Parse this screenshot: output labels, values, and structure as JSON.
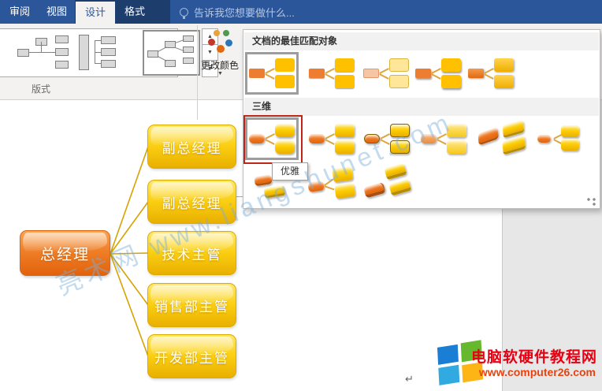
{
  "ribbon": {
    "tabs": [
      {
        "label": "审阅",
        "active": false
      },
      {
        "label": "视图",
        "active": false
      },
      {
        "label": "设计",
        "active": true
      },
      {
        "label": "格式",
        "active": false
      }
    ],
    "tell_me": "告诉我您想要做什么...",
    "layout_group_label": "版式",
    "change_colors_label": "更改颜色",
    "icons": {
      "up_arrow": "▲",
      "down_arrow": "▼",
      "more_arrow": "▼",
      "caret": "▼"
    }
  },
  "style_gallery": {
    "best_match_title": "文档的最佳匹配对象",
    "three_d_title": "三维",
    "tooltip": "优雅"
  },
  "document": {
    "org_chart": {
      "root": "总经理",
      "children": [
        "副总经理",
        "副总经理",
        "技术主管",
        "销售部主管",
        "开发部主管"
      ]
    },
    "paragraph_mark": "↵"
  },
  "watermark_text": "亮术网 www.liangshunet.com",
  "site_logo": {
    "name": "电脑软硬件教程网",
    "url": "www.computer26.com"
  },
  "colors": {
    "ribbon_blue": "#2b579a",
    "contextual_dark_blue": "#1d3d6d",
    "accent_orange": "#ed7d31",
    "accent_gold": "#ffc000",
    "annotation_red": "#bf2418",
    "logo_red": "#e60012"
  }
}
